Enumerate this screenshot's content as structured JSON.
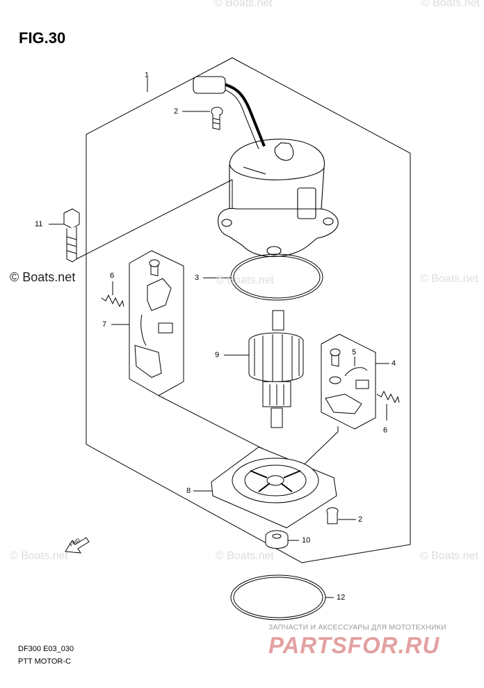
{
  "figure": {
    "title": "FIG.30"
  },
  "callouts": {
    "c1": "1",
    "c2_top": "2",
    "c3": "3",
    "c4": "4",
    "c5": "5",
    "c6_left": "6",
    "c6_right": "6",
    "c7": "7",
    "c8": "8",
    "c9": "9",
    "c10": "10",
    "c11": "11",
    "c12": "12",
    "c2_bottom": "2"
  },
  "fwd_arrow": {
    "label": "FWD"
  },
  "footer": {
    "model_code": "DF300 E03_030",
    "section_name": "PTT MOTOR-C"
  },
  "watermark": {
    "text": "© Boats.net"
  },
  "brand": {
    "tagline": "ЗАПЧАСТИ И АКСЕССУАРЫ ДЛЯ МОТОТЕХНИКИ",
    "logo": "PARTSFOR.RU"
  }
}
